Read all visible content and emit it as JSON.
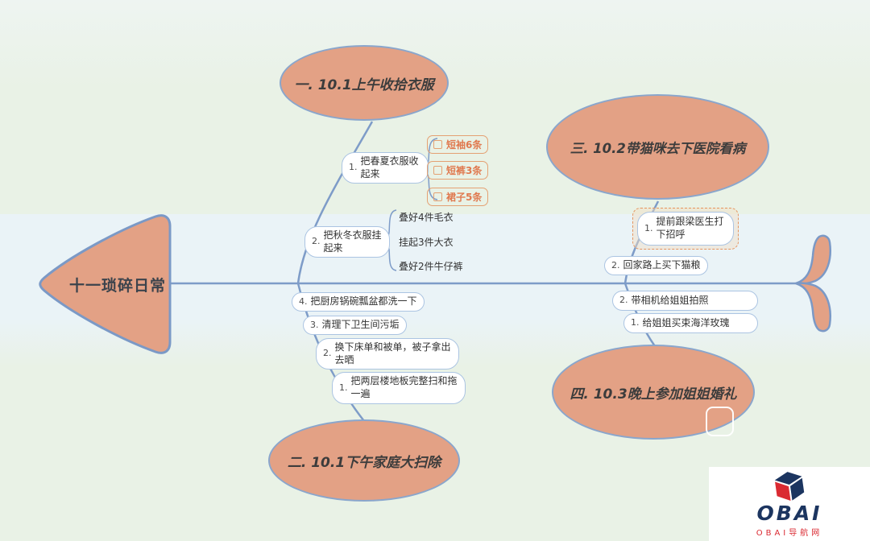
{
  "head": {
    "title": "十一琐碎日常"
  },
  "b1": {
    "label": "一. 10.1上午收拾衣服",
    "n1": {
      "num": "1.",
      "text": "把春夏衣服收起来"
    },
    "n1_items": [
      {
        "label": "短袖6条"
      },
      {
        "label": "短裤3条"
      },
      {
        "label": "裙子5条"
      }
    ],
    "n2": {
      "num": "2.",
      "text": "把秋冬衣服挂起来"
    },
    "n2_items": [
      {
        "label": "叠好4件毛衣"
      },
      {
        "label": "挂起3件大衣"
      },
      {
        "label": "叠好2件牛仔裤"
      }
    ]
  },
  "b2": {
    "label": "二. 10.1下午家庭大扫除",
    "items": [
      {
        "num": "4.",
        "text": "把厨房锅碗瓢盆都洗一下"
      },
      {
        "num": "3.",
        "text": "清理下卫生间污垢"
      },
      {
        "num": "2.",
        "text": "换下床单和被单，被子拿出去晒"
      },
      {
        "num": "1.",
        "text": "把两层楼地板完整扫和拖一遍"
      }
    ]
  },
  "b3": {
    "label": "三. 10.2带猫咪去下医院看病",
    "items": [
      {
        "num": "1.",
        "text": "提前跟梁医生打下招呼",
        "highlighted": true
      },
      {
        "num": "2.",
        "text": "回家路上买下猫粮"
      }
    ]
  },
  "b4": {
    "label": "四. 10.3晚上参加姐姐婚礼",
    "items": [
      {
        "num": "2.",
        "text": "带相机给姐姐拍照"
      },
      {
        "num": "1.",
        "text": "给姐姐买束海洋玫瑰"
      }
    ]
  },
  "logo": {
    "brand": "OBAI",
    "subtitle": "OBAI导航网"
  },
  "colors": {
    "topic_fill": "#e3a185",
    "line_blue": "#7e9cc8",
    "node_border": "#abc4e2",
    "orange": "#e0794f",
    "dashed_orange": "#e5945f",
    "logo_navy": "#1c3560",
    "logo_red": "#da2a32",
    "bg_green": "#e9f2e6",
    "bg_blue_band": "#eaf3f7"
  }
}
